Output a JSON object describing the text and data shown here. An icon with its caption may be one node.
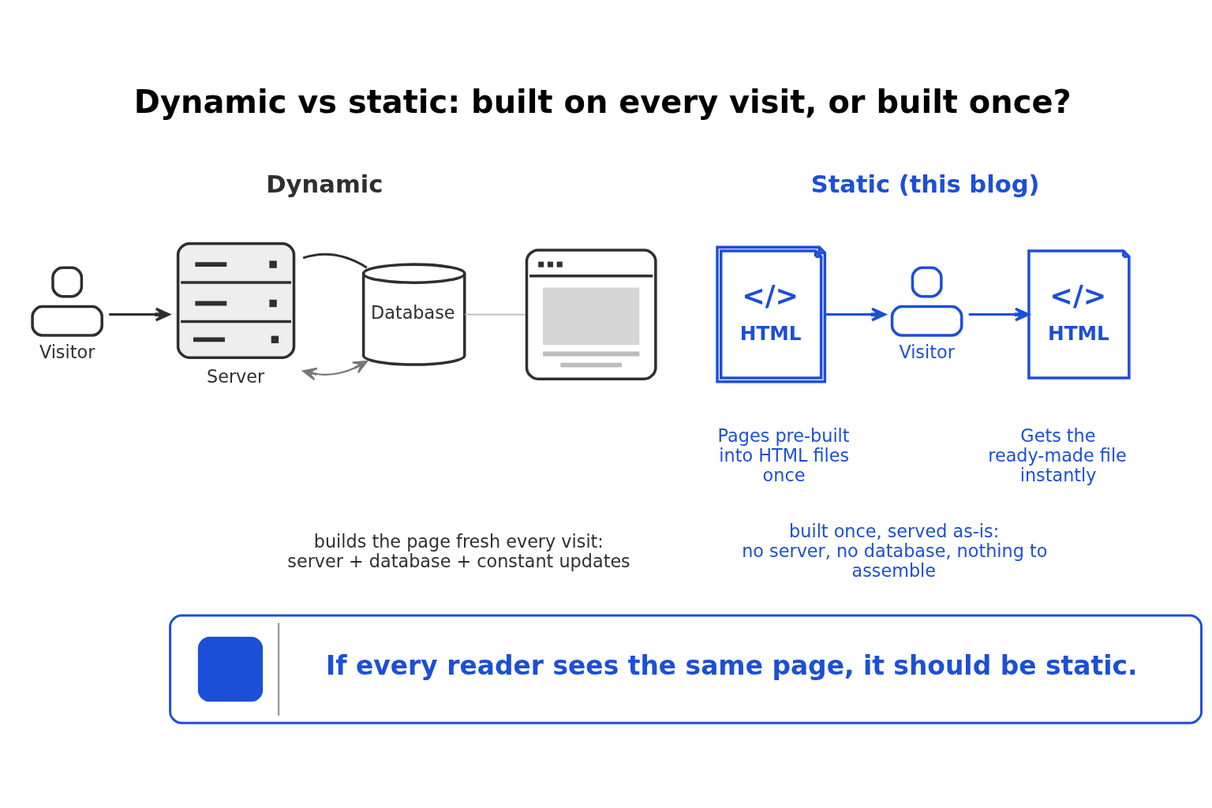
{
  "diagram": {
    "title": "Dynamic vs static: built on every visit, or built once?",
    "nodes": [
      {
        "text": [
          "Visitor"
        ]
      },
      {
        "text": [
          "Server"
        ]
      },
      {
        "text": [
          "Database"
        ]
      },
      {
        "text": [],
        "shape": "picture"
      },
      {
        "text": [
          "</>",
          "HTML"
        ],
        "beside": [
          "Pages pre-built into HTML files once"
        ]
      },
      {
        "text": [
          "Visitor"
        ]
      },
      {
        "text": [
          "</>",
          "HTML"
        ],
        "beside": [
          "Gets the ready-made file instantly"
        ]
      },
      {
        "text": [
          "If every reader sees the same page, it should be static."
        ]
      }
    ],
    "edges": [
      {
        "from": 0,
        "to": 1,
        "arrow": "to"
      },
      {
        "from": 1,
        "to": 2,
        "arrow": "both",
        "color": "#777777"
      },
      {
        "from": 2,
        "to": 3,
        "arrow": "none",
        "color": "#bbbbbb"
      },
      {
        "from": 1,
        "to": 2,
        "arrow": "none"
      },
      {
        "from": 4,
        "to": 5,
        "arrow": "to",
        "color": "#1c4fd8"
      },
      {
        "from": 5,
        "to": 6,
        "arrow": "to",
        "color": "#1c4fd8"
      }
    ],
    "labels": [
      "Dynamic",
      "Static (this blog)",
      "builds the page fresh every visit: server + database + constant updates",
      "built once, served as-is: no server, no database, nothing to assemble"
    ]
  }
}
